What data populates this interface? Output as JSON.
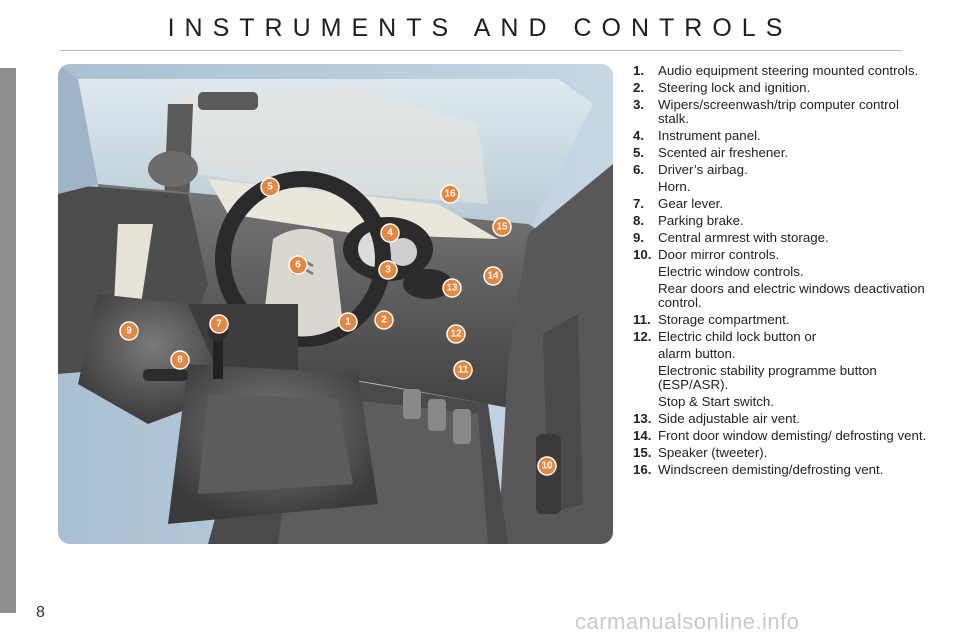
{
  "title": "INSTRUMENTS AND CONTROLS",
  "page_number": "8",
  "watermark": "carmanualsonline.info",
  "illustration": {
    "callouts": [
      "1",
      "2",
      "3",
      "4",
      "5",
      "6",
      "7",
      "8",
      "9",
      "10",
      "11",
      "12",
      "13",
      "14",
      "15",
      "16"
    ]
  },
  "legend": [
    {
      "number": "1.",
      "lines": [
        "Audio equipment steering mounted controls."
      ]
    },
    {
      "number": "2.",
      "lines": [
        "Steering lock and ignition."
      ]
    },
    {
      "number": "3.",
      "lines": [
        "Wipers/screenwash/trip computer control stalk."
      ]
    },
    {
      "number": "4.",
      "lines": [
        "Instrument panel."
      ]
    },
    {
      "number": "5.",
      "lines": [
        "Scented air freshener."
      ]
    },
    {
      "number": "6.",
      "lines": [
        "Driver’s airbag.",
        "Horn."
      ]
    },
    {
      "number": "7.",
      "lines": [
        "Gear lever."
      ]
    },
    {
      "number": "8.",
      "lines": [
        "Parking brake."
      ]
    },
    {
      "number": "9.",
      "lines": [
        "Central armrest with storage."
      ]
    },
    {
      "number": "10.",
      "lines": [
        "Door mirror controls.",
        "Electric window controls.",
        "Rear doors and electric windows deactivation control."
      ]
    },
    {
      "number": "11.",
      "lines": [
        "Storage compartment."
      ]
    },
    {
      "number": "12.",
      "lines": [
        "Electric child lock button or",
        "alarm button.",
        "Electronic stability programme button (ESP/ASR).",
        "Stop & Start switch."
      ]
    },
    {
      "number": "13.",
      "lines": [
        "Side adjustable air vent."
      ]
    },
    {
      "number": "14.",
      "lines": [
        "Front door window demisting/ defrosting vent."
      ]
    },
    {
      "number": "15.",
      "lines": [
        "Speaker (tweeter)."
      ]
    },
    {
      "number": "16.",
      "lines": [
        "Windscreen demisting/defrosting vent."
      ]
    }
  ]
}
